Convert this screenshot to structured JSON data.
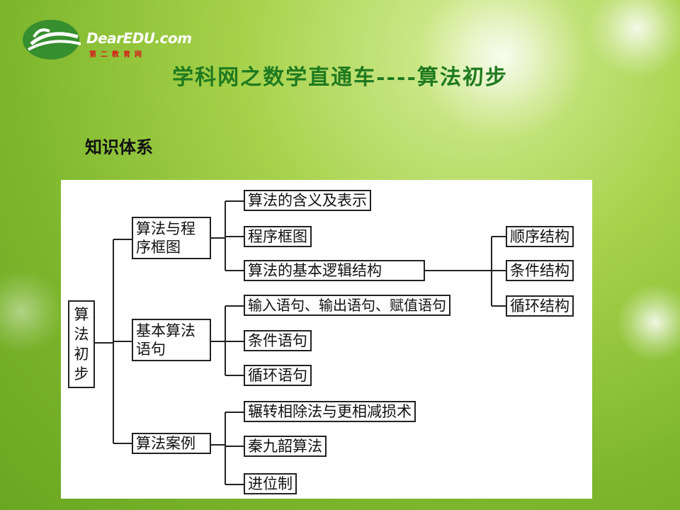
{
  "logo": {
    "text": "DearEDU.com",
    "subtext": "第二教育网"
  },
  "title": "学科网之数学直通车----算法初步",
  "subtitle": "知识体系",
  "diagram": {
    "root": "算法初步",
    "level1": [
      "算法与程序框图",
      "基本算法语句",
      "算法案例"
    ],
    "algo_children": [
      "算法的含义及表示",
      "程序框图",
      "算法的基本逻辑结构"
    ],
    "statement_children": [
      "输入语句、输出语句、赋值语句",
      "条件语句",
      "循环语句"
    ],
    "case_children": [
      "辗转相除法与更相减损术",
      "秦九韶算法",
      "进位制"
    ],
    "structure_children": [
      "顺序结构",
      "条件结构",
      "循环结构"
    ]
  }
}
